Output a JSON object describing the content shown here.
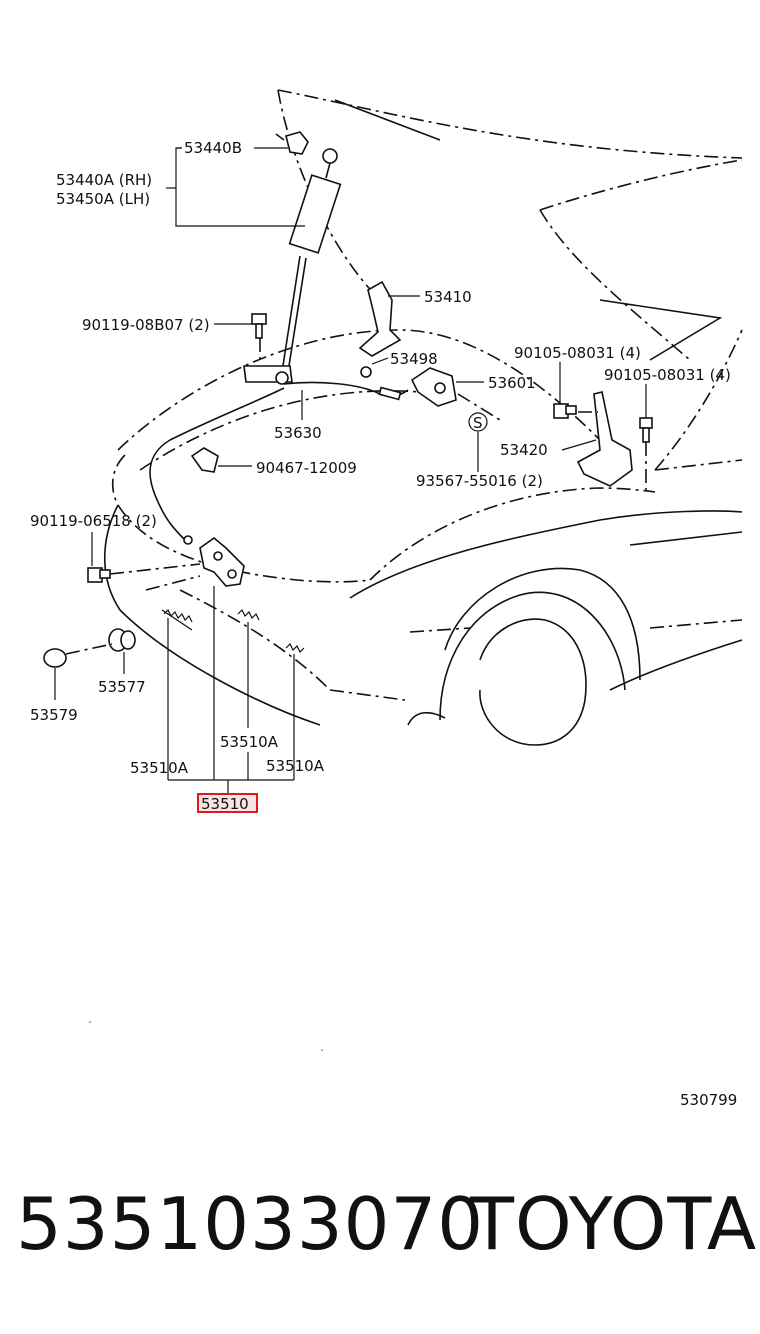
{
  "diagram": {
    "labels": {
      "l53440b": "53440B",
      "l53440a": "53440A (RH)",
      "l53450a": "53450A (LH)",
      "l53410": "53410",
      "l90119_08b07": "90119-08B07 (2)",
      "l53498": "53498",
      "l90105_08031_a": "90105-08031 (4)",
      "l90105_08031_b": "90105-08031 (4)",
      "l53601": "53601",
      "l53630": "53630",
      "l93567": "93567-55016 (2)",
      "l53420": "53420",
      "s_symbol": "S",
      "l90467": "90467-12009",
      "l90119_06518": "90119-06518 (2)",
      "l53577": "53577",
      "l53579": "53579",
      "l53510a_mid": "53510A",
      "l53510a_left": "53510A",
      "l53510a_right": "53510A",
      "l53510_highlight": "53510",
      "ref_code": "530799"
    },
    "highlight_color": "#d81b1b"
  },
  "footer": {
    "part_number": "5351033070",
    "brand": "TOYOTA"
  }
}
